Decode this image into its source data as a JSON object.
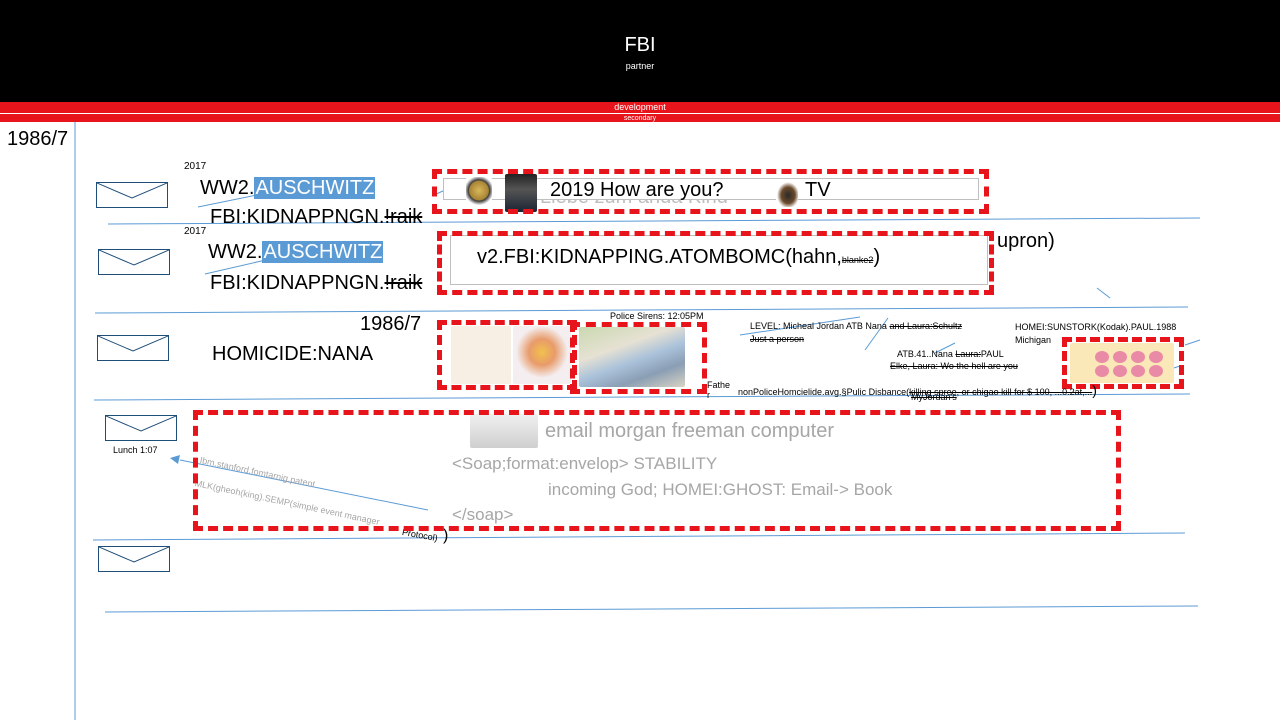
{
  "header": {
    "title": "FBI",
    "subtitle": "partner"
  },
  "bars": {
    "development": "development",
    "second": "secondary"
  },
  "left_date": "1986/7",
  "row1": {
    "year": "2017",
    "prefix": "WW2.",
    "highlight": "AUSCHWITZ",
    "line2": "FBI:KIDNAPPNGN.",
    "line2_strike": "!raik",
    "box_text": "2019 How are you?",
    "box_tv": "TV",
    "ghost_text": "Liebe zum anda Kind"
  },
  "row2": {
    "year": "2017",
    "prefix": "WW2.",
    "highlight": "AUSCHWITZ",
    "line2": "FBI:KIDNAPPNGN.",
    "line2_strike": "!raik",
    "box_text": "v2.FBI:KIDNAPPING.ATOMBOMC(hahn,",
    "box_small": "blanke2",
    "box_close": ")",
    "right_text": "upron)"
  },
  "row3": {
    "date": "1986/7",
    "label": "HOMICIDE:NANA",
    "sirens": "Police Sirens: 12:05PM",
    "level": "LEVEL: Micheal Jordan  ATB Nana",
    "level_strike": "and Laura:Schultz",
    "just": "Just a person",
    "homei": "HOMEI:SUNSTORK(Kodak).PAUL.1988",
    "michigan": "Michigan",
    "atb41": "ATB.41..Nana",
    "atb41_strike": "Laura:",
    "atb41_end": "PAUL",
    "elke": "Elke, Laura: Wo the hell are you",
    "father": "Fathe\nr",
    "police": "nonPoliceHomcielide.avg.§Pulic Disbance(",
    "police_strike": "killing spree, or chigao kill for $ 100, ...0.2at,...",
    "police_close": ")",
    "myjordan": "MyJordan's"
  },
  "row4": {
    "lunch": "Lunch 1:07",
    "email": "email  morgan freeman computer",
    "soap1": "<Soap;format:envelop>  STABILITY",
    "soap2": "incoming God; HOMEI:GHOST:  Email-> Book",
    "soap3": "</soap>",
    "ibm": "Ibm.stanford.fomtarnig.patent",
    "mlk": "MLK(gheoh(king).SEMP(simple event manager",
    "protocol": "Protocol)",
    "close": ")"
  },
  "icons": [
    "envelope-icon",
    "police-badge-icon",
    "officer-photo-icon",
    "bird-icon",
    "shoe-photo-icon",
    "pink-pattern-icon",
    "document-thumb-icon"
  ],
  "colors": {
    "accent_red": "#e8141b",
    "line_blue": "#5b9bd5",
    "highlight_blue": "#5b9bd5",
    "header_black": "#000000"
  }
}
